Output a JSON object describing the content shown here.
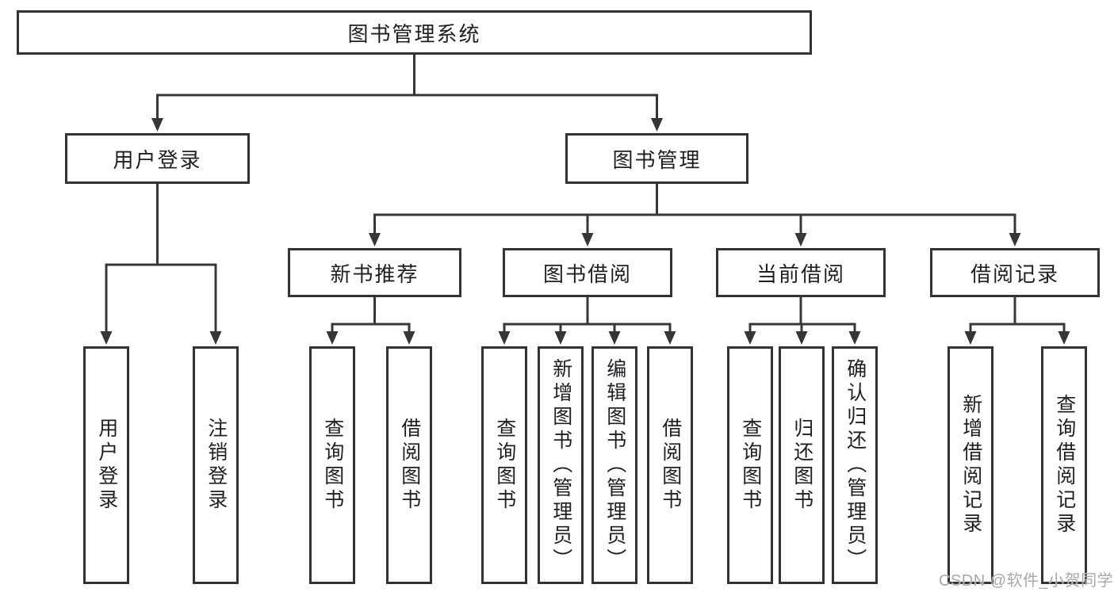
{
  "title": "图书管理系统",
  "tree": {
    "label": "图书管理系统",
    "children": [
      {
        "label": "用户登录",
        "children": [
          {
            "label": "用户登录"
          },
          {
            "label": "注销登录"
          }
        ]
      },
      {
        "label": "图书管理",
        "children": [
          {
            "label": "新书推荐",
            "children": [
              {
                "label": "查询图书"
              },
              {
                "label": "借阅图书"
              }
            ]
          },
          {
            "label": "图书借阅",
            "children": [
              {
                "label": "查询图书"
              },
              {
                "label": "新增图书（管理员）"
              },
              {
                "label": "编辑图书（管理员）"
              },
              {
                "label": "借阅图书"
              }
            ]
          },
          {
            "label": "当前借阅",
            "children": [
              {
                "label": "查询图书"
              },
              {
                "label": "归还图书"
              },
              {
                "label": "确认归还（管理员）"
              }
            ]
          },
          {
            "label": "借阅记录",
            "children": [
              {
                "label": "新增借阅记录"
              },
              {
                "label": "查询借阅记录"
              }
            ]
          }
        ]
      }
    ]
  },
  "watermark": "CSDN @软件_小贺同学",
  "colors": {
    "line": "#363638",
    "box_border": "#333335",
    "box_background": "#ffffff",
    "text": "#1f1f23",
    "watermark": "#a8a8a8"
  }
}
